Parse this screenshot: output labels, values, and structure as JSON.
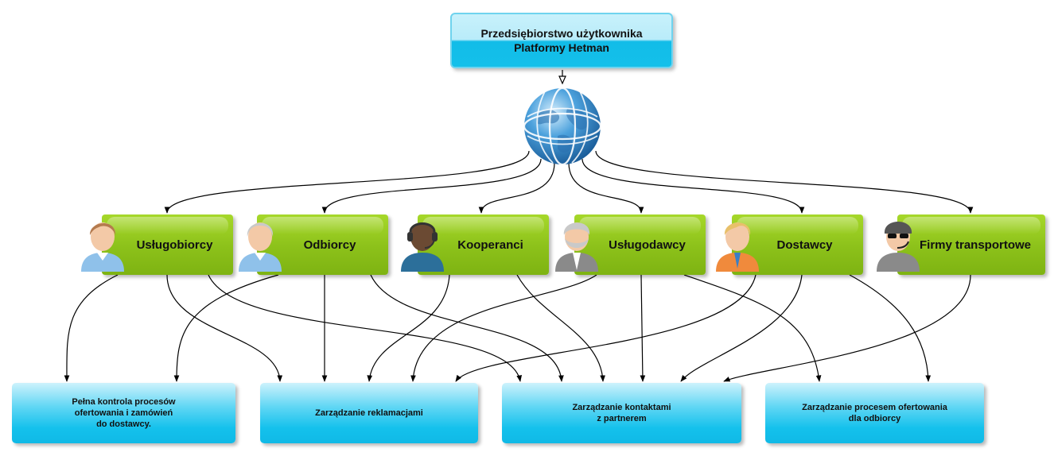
{
  "top_box": {
    "line1": "Przedsiębiorstwo użytkownika",
    "line2": "Platformy Hetman"
  },
  "groups": [
    {
      "label": "Usługobiorcy",
      "icon": "person-light-hair-icon"
    },
    {
      "label": "Odbiorcy",
      "icon": "person-grey-hair-icon"
    },
    {
      "label": "Kooperanci",
      "icon": "person-headset-icon"
    },
    {
      "label": "Usługodawcy",
      "icon": "person-beard-icon"
    },
    {
      "label": "Dostawcy",
      "icon": "person-blond-icon"
    },
    {
      "label": "Firmy transportowe",
      "icon": "person-sunglasses-headset-icon"
    }
  ],
  "outcomes": [
    {
      "lines": [
        "Pełna kontrola procesów",
        "ofertowania i zamówień",
        "do dostawcy."
      ]
    },
    {
      "lines": [
        "Zarządzanie reklamacjami"
      ]
    },
    {
      "lines": [
        "Zarządzanie kontaktami",
        "z partnerem"
      ]
    },
    {
      "lines": [
        "Zarządzanie procesem ofertowania",
        "dla odbiorcy"
      ]
    }
  ],
  "colors": {
    "top_box": "#14c0ea",
    "group_green": "#8cc11a",
    "outcome_blue": "#14c1ec",
    "globe_blue": "#2f86c8"
  }
}
